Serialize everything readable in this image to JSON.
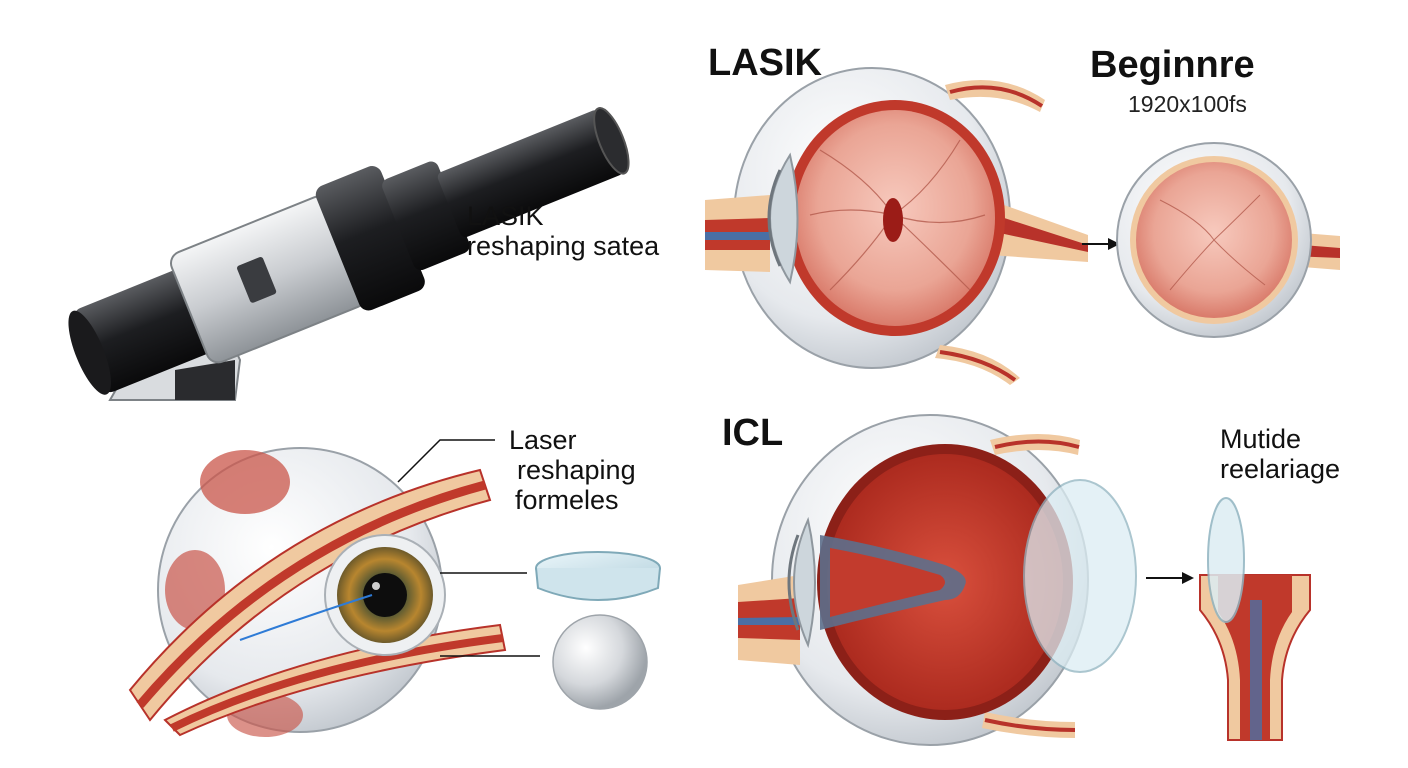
{
  "panels": {
    "lasik_title": "LASIK",
    "beginner_title": "Beginnre",
    "beginner_subtitle": "1920x100fs",
    "scope_caption_line1": "LASIK",
    "scope_caption_line2": "reshaping satea",
    "icl_title": "ICL",
    "laser_caption": [
      "Laser",
      "reshaping",
      "formeles"
    ],
    "mutide_caption": [
      "Mutide",
      "reelariage"
    ]
  },
  "colors": {
    "retina": "#e8a090",
    "retina_dark": "#c0392b",
    "sclera": "#e9ecef",
    "tissue": "#f0c9a0",
    "blood": "#b8322a",
    "lens": "#cfe4ec",
    "iris": "#8a6a2a"
  },
  "icons": [
    "microscope-device",
    "eye-cross-section",
    "arrow-right",
    "contact-lens",
    "sphere-implant"
  ]
}
